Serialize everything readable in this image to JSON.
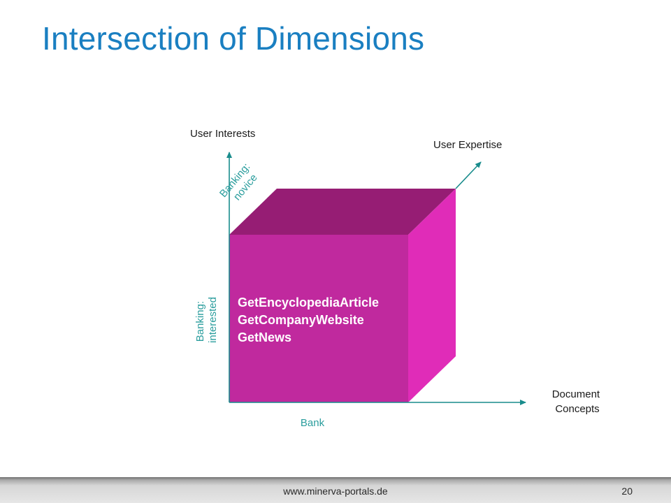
{
  "slide": {
    "title": "Intersection of Dimensions"
  },
  "diagram": {
    "axes": {
      "vertical": "User Interests",
      "depth": "User Expertise",
      "horizontal_line1": "Document",
      "horizontal_line2": "Concepts"
    },
    "labels": {
      "novice_line1": "Banking:",
      "novice_line2": "novice",
      "interested_line1": "Banking:",
      "interested_line2": "interested",
      "bank": "Bank"
    },
    "services": [
      "GetEncyclopediaArticle",
      "GetCompanyWebsite",
      "GetNews"
    ],
    "colors": {
      "axis": "#198c8c",
      "teal_label": "#2a9d9d",
      "cube_front": "#c0299e",
      "cube_top": "#961d74",
      "cube_side": "#e02cb8"
    }
  },
  "footer": {
    "url": "www.minerva-portals.de",
    "page_number": "20"
  }
}
